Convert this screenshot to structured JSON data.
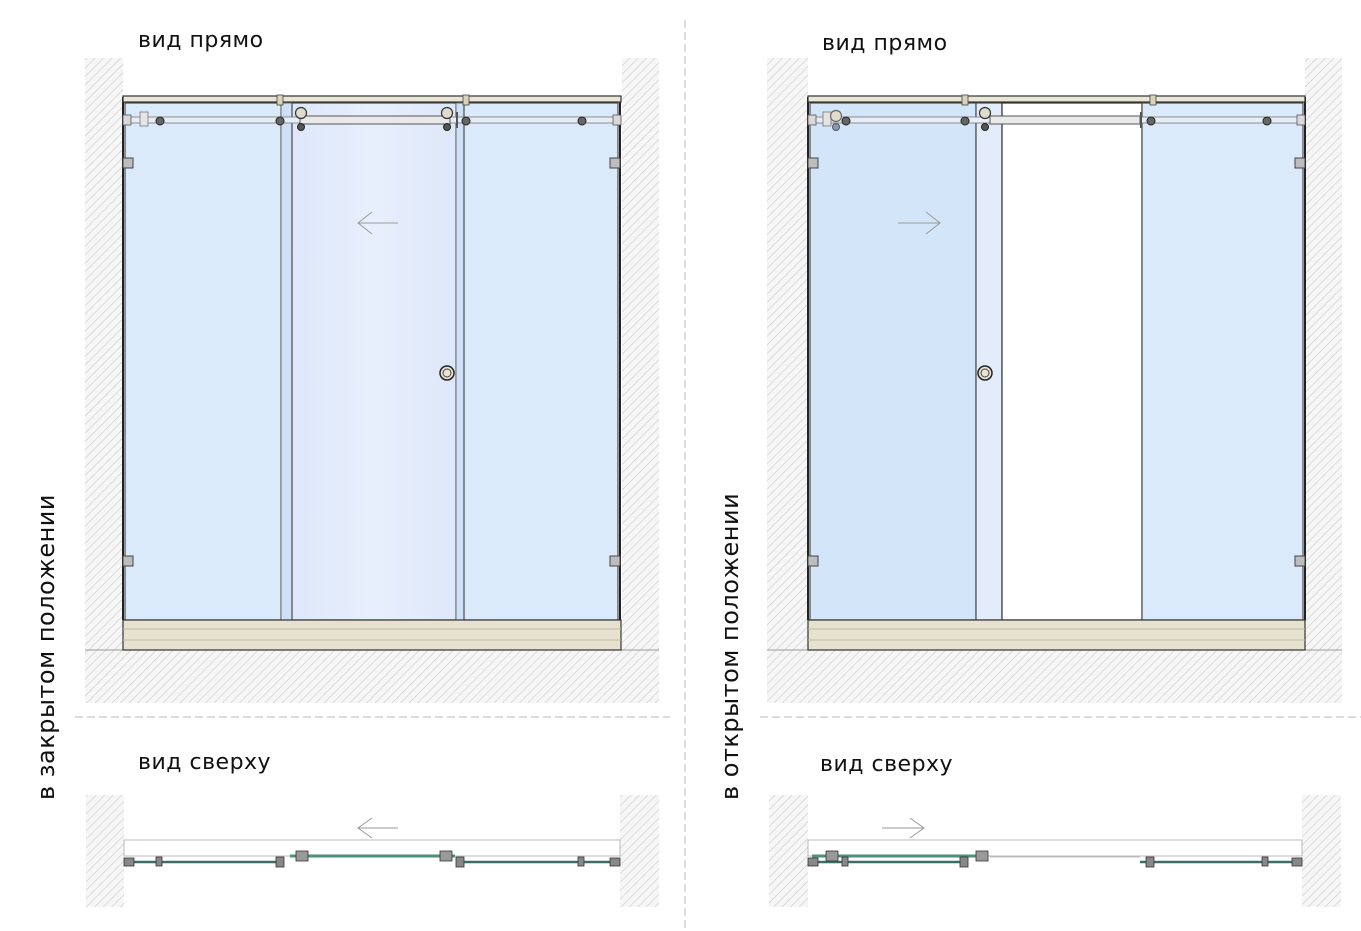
{
  "labels": {
    "left_front": "вид прямо",
    "left_top": "вид сверху",
    "left_side": "в закрытом положении",
    "right_front": "вид прямо",
    "right_top": "вид сверху",
    "right_side": "в открытом положении"
  },
  "colors": {
    "glass": "#dbeafb",
    "glass_door": "#e2ecfb",
    "glass_open_fixed": "#d3e5f8",
    "frame": "#3a3a3a",
    "threshold": "#e6e2cf",
    "hatch": "#c8c8c8",
    "top_glass_line": "#3c6e6a"
  }
}
